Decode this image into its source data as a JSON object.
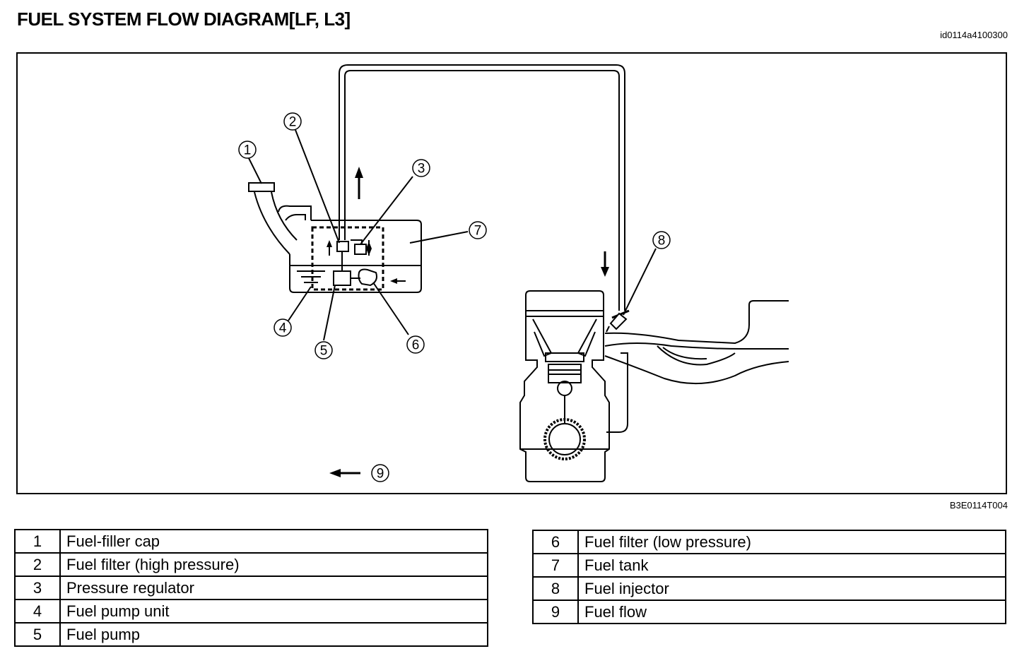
{
  "title": "FUEL SYSTEM FLOW DIAGRAM[LF, L3]",
  "doc_id": "id0114a4100300",
  "figure_id": "B3E0114T004",
  "callouts": [
    "1",
    "2",
    "3",
    "4",
    "5",
    "6",
    "7",
    "8",
    "9"
  ],
  "legend_left": [
    {
      "num": "1",
      "label": "Fuel-filler cap"
    },
    {
      "num": "2",
      "label": "Fuel filter (high pressure)"
    },
    {
      "num": "3",
      "label": "Pressure regulator"
    },
    {
      "num": "4",
      "label": "Fuel pump unit"
    },
    {
      "num": "5",
      "label": "Fuel pump"
    }
  ],
  "legend_right": [
    {
      "num": "6",
      "label": "Fuel filter (low pressure)"
    },
    {
      "num": "7",
      "label": "Fuel tank"
    },
    {
      "num": "8",
      "label": "Fuel injector"
    },
    {
      "num": "9",
      "label": "Fuel flow"
    }
  ]
}
